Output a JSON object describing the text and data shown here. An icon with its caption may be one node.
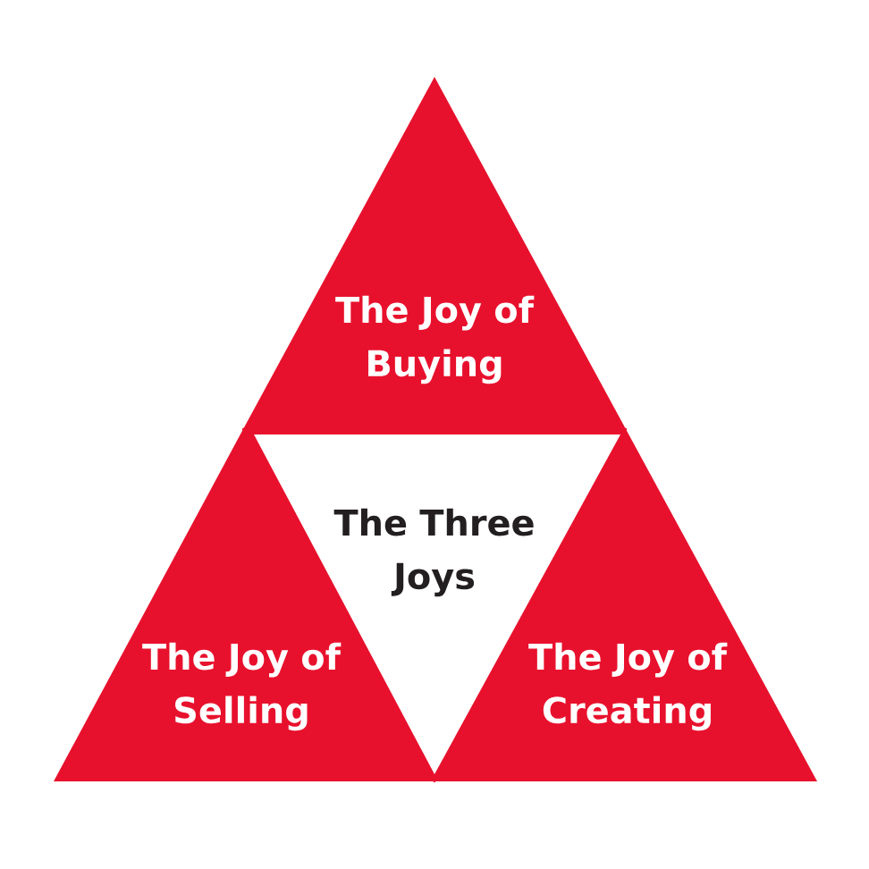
{
  "diagram": {
    "nodes": [
      {
        "text": [
          "The Joy of Buying"
        ]
      },
      {
        "text": [
          "The Three Joys"
        ]
      },
      {
        "text": [
          "The Joy of Selling"
        ]
      },
      {
        "text": [
          "The Joy of Creating"
        ]
      }
    ]
  }
}
